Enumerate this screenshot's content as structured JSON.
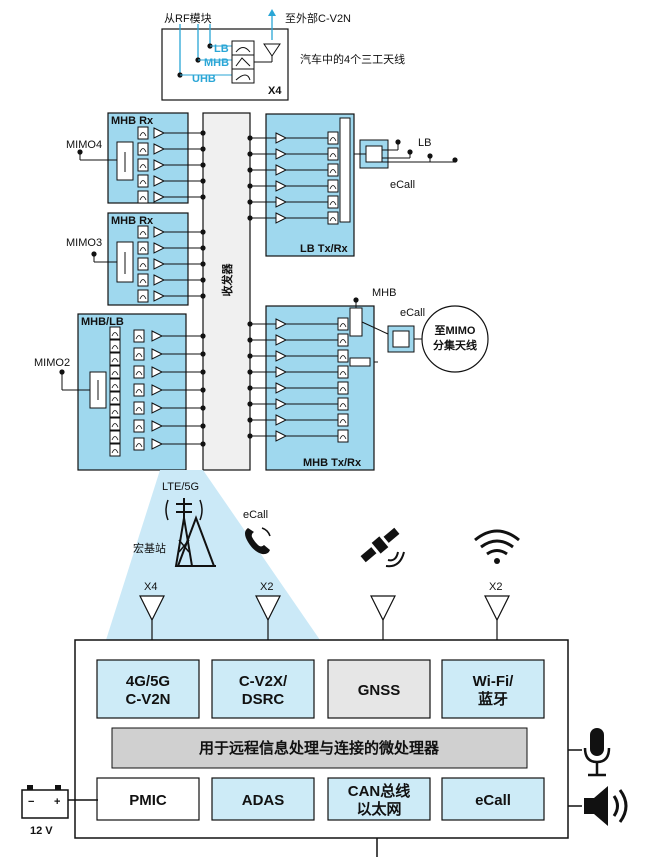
{
  "top_box": {
    "from_rf": "从RF模块",
    "to_c_v2n": "至外部C-V2N",
    "bands": [
      "LB",
      "MHB",
      "UHB"
    ],
    "x4": "X4",
    "caption": "汽车中的4个三工天线"
  },
  "modules": {
    "mhb_rx_1": "MHB Rx",
    "mhb_rx_2": "MHB Rx",
    "mhb_lb": "MHB/LB",
    "transceiver": "收发器",
    "lb_txrx": "LB Tx/Rx",
    "mhb_txrx": "MHB Tx/Rx"
  },
  "ports": {
    "mimo4": "MIMO4",
    "mimo3": "MIMO3",
    "mimo2": "MIMO2",
    "lb": "LB",
    "ecall_1": "eCall",
    "mhb": "MHB",
    "ecall_2": "eCall",
    "diversity": [
      "至MIMO",
      "分集天线"
    ]
  },
  "wireless": {
    "lte5g": "LTE/5G",
    "base_station": "宏基站",
    "ecall": "eCall",
    "ant_labels": [
      "X4",
      "X2",
      "",
      "X2"
    ]
  },
  "system": {
    "row1": [
      [
        "4G/5G",
        "C-V2N"
      ],
      [
        "C-V2X/",
        "DSRC"
      ],
      [
        "GNSS"
      ],
      [
        "Wi-Fi/",
        "蓝牙"
      ]
    ],
    "mcu": "用于远程信息处理与连接的微处理器",
    "row3": [
      [
        "PMIC"
      ],
      [
        "ADAS"
      ],
      [
        "CAN总线",
        "以太网"
      ],
      [
        "eCall"
      ]
    ],
    "battery": "12 V",
    "battery_minus": "−",
    "battery_plus": "+"
  },
  "colors": {
    "module_fill": "#9fd8ee",
    "light_fill": "#d6eef8",
    "gray_fill": "#d0d0d0",
    "accent": "#2aa6d6"
  }
}
